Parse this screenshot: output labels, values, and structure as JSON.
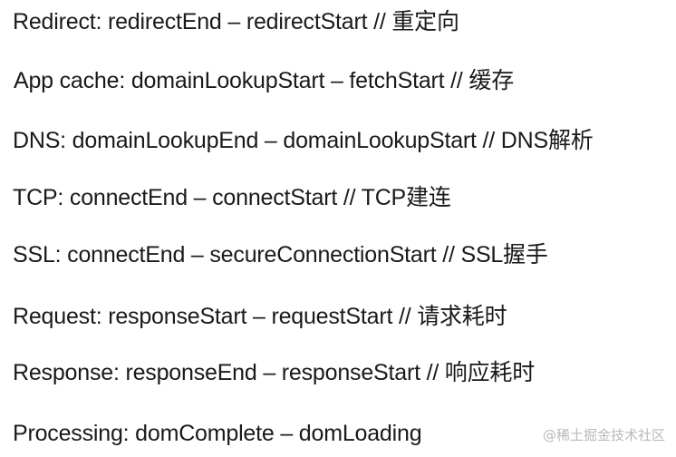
{
  "lines": [
    "Redirect: redirectEnd – redirectStart // 重定向",
    "App cache: domainLookupStart – fetchStart // 缓存",
    "DNS: domainLookupEnd – domainLookupStart // DNS解析",
    "TCP: connectEnd – connectStart // TCP建连",
    "SSL: connectEnd – secureConnectionStart // SSL握手",
    "Request: responseStart – requestStart // 请求耗时",
    "Response: responseEnd – responseStart // 响应耗时",
    "Processing: domComplete – domLoading"
  ],
  "watermark": "@稀土掘金技术社区"
}
